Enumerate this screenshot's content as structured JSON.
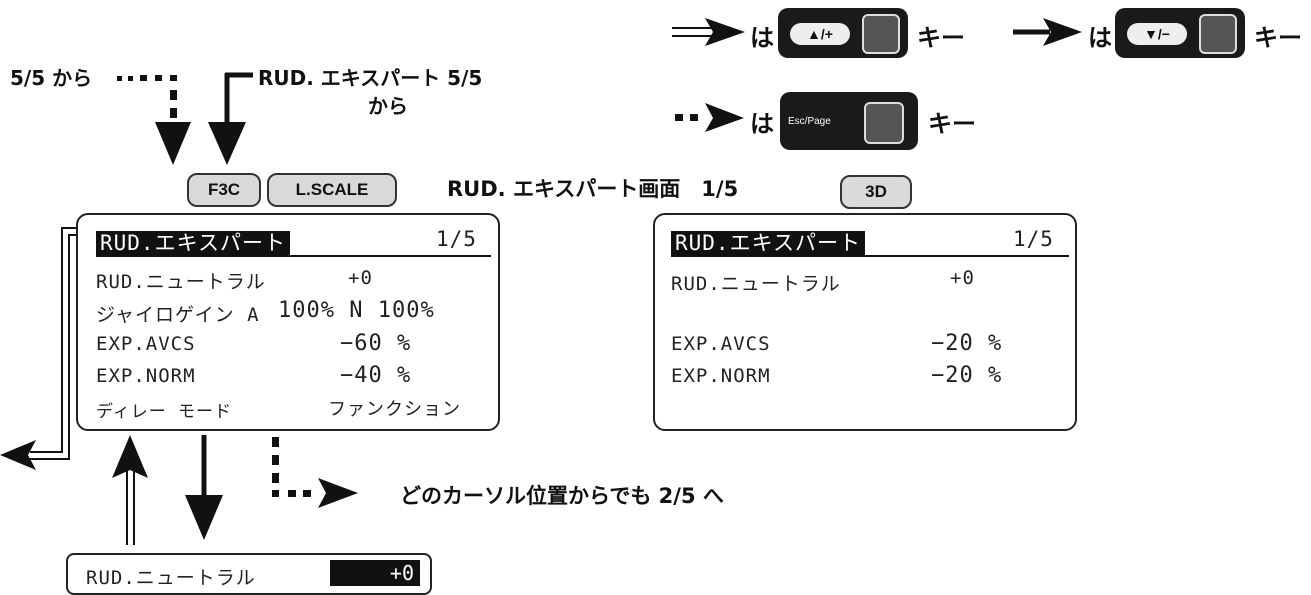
{
  "legend": {
    "plus_key": {
      "prefix": "は",
      "key_label": "▲/+",
      "suffix": "キー"
    },
    "minus_key": {
      "prefix": "は",
      "key_label": "▼/−",
      "suffix": "キー"
    },
    "page_key": {
      "prefix": "は",
      "key_label": "Esc/Page",
      "suffix": "キー"
    }
  },
  "notes": {
    "from_5_5": "5/5 から",
    "from_rud_expert_line1": "RUD. エキスパート 5/5",
    "from_rud_expert_line2": "から",
    "screen_caption": "RUD. エキスパート画面　1/5",
    "to_2_5": "どのカーソル位置からでも 2/5 へ"
  },
  "tags": {
    "f3c": "F3C",
    "lscale": "L.SCALE",
    "threed": "3D"
  },
  "screen_left": {
    "title": "RUD.エキスパート",
    "page": "1/5",
    "rows": [
      {
        "label": "RUD.ニュートラル",
        "value": "+0"
      },
      {
        "label": "ジャイロゲイン A",
        "value": "100% N 100%"
      },
      {
        "label": "EXP.AVCS",
        "value": "−60 %"
      },
      {
        "label": "EXP.NORM",
        "value": "−40 %"
      },
      {
        "label": "ディレー モード",
        "value": "ファンクション"
      }
    ]
  },
  "screen_right": {
    "title": "RUD.エキスパート",
    "page": "1/5",
    "rows": [
      {
        "label": "RUD.ニュートラル",
        "value": "+0"
      },
      {
        "label": "EXP.AVCS",
        "value": "−20 %"
      },
      {
        "label": "EXP.NORM",
        "value": "−20 %"
      }
    ]
  },
  "edit_box": {
    "label": "RUD.ニュートラル",
    "value": "+0"
  }
}
